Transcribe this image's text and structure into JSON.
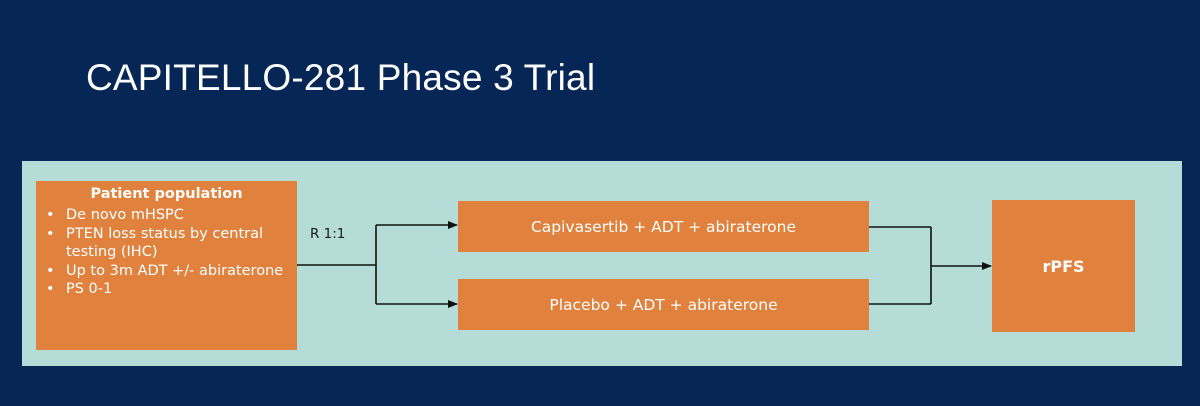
{
  "slide": {
    "title": "CAPITELLO-281 Phase 3 Trial"
  },
  "diagram": {
    "population": {
      "title": "Patient population",
      "items": [
        "De novo mHSPC",
        "PTEN loss status by central testing (IHC)",
        "Up to 3m ADT +/- abiraterone",
        "PS 0-1"
      ]
    },
    "randomization_label": "R 1:1",
    "arms": [
      "Capivasertib + ADT + abiraterone",
      "Placebo + ADT + abiraterone"
    ],
    "endpoint": "rPFS"
  },
  "colors": {
    "background": "#062656",
    "panel": "#b6dcd8",
    "box": "#e0823e",
    "connector": "#111111"
  }
}
